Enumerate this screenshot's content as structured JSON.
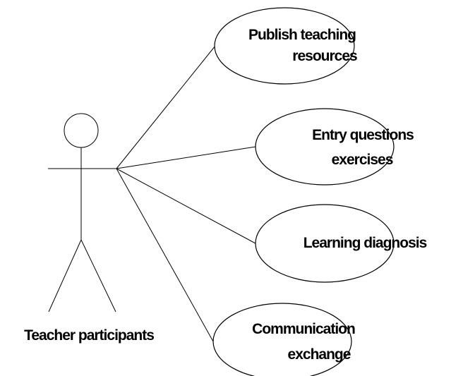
{
  "actor": {
    "label": "Teacher participants"
  },
  "use_cases": [
    {
      "line1": "Publish teaching",
      "line2": "resources"
    },
    {
      "line1": "Entry questions",
      "line2": "exercises"
    },
    {
      "line1": "Learning diagnosis",
      "line2": ""
    },
    {
      "line1": "Communication",
      "line2": "exchange"
    }
  ]
}
